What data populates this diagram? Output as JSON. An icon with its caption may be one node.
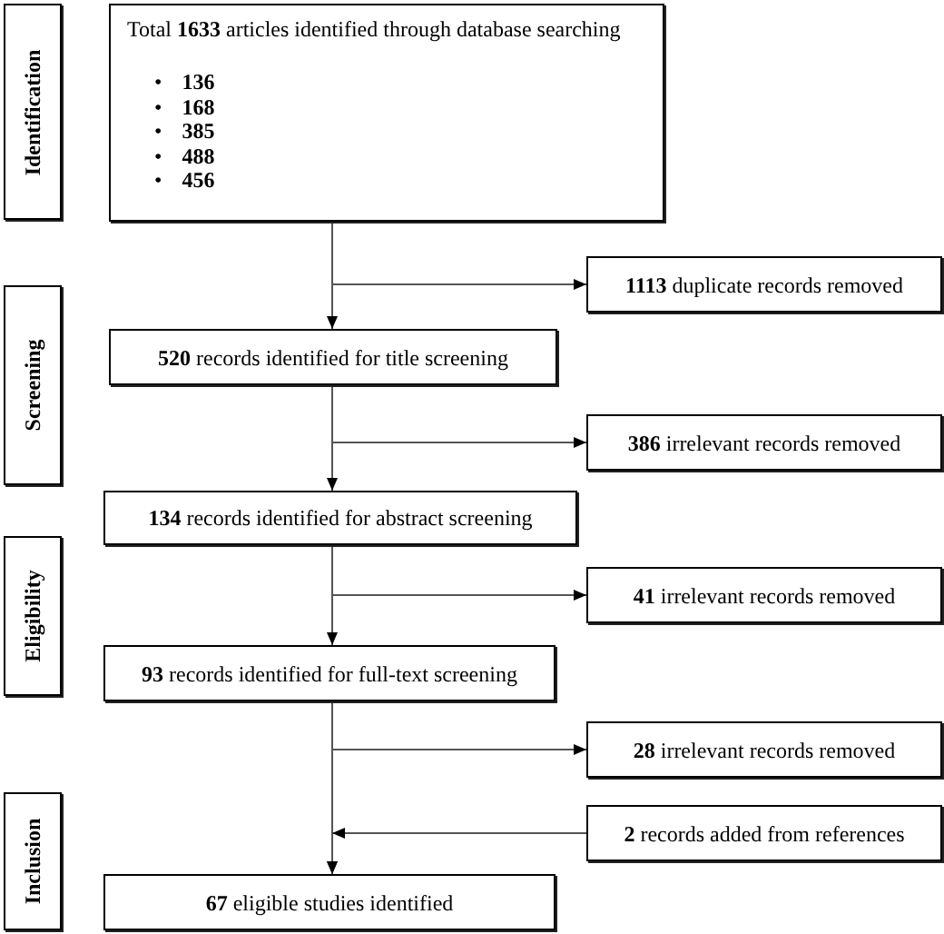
{
  "diagram": {
    "nodes": [
      {
        "text": [
          "Identification"
        ]
      },
      {
        "text": [
          "Total **1633** articles identified through database searching",
          "• **136**",
          "• **168**",
          "• **385**",
          "• **488**",
          "• **456**"
        ]
      },
      {
        "text": [
          "**1113** duplicate records removed"
        ]
      },
      {
        "text": [
          "Screening"
        ]
      },
      {
        "text": [
          "**520** records identified for title screening"
        ]
      },
      {
        "text": [
          "**386** irrelevant records removed"
        ]
      },
      {
        "text": [
          "**134** records identified for abstract screening"
        ]
      },
      {
        "text": [
          "Eligibility"
        ]
      },
      {
        "text": [
          "**41** irrelevant records removed"
        ]
      },
      {
        "text": [
          "**93** records identified for full-text screening"
        ]
      },
      {
        "text": [
          "**28** irrelevant records removed"
        ]
      },
      {
        "text": [
          "Inclusion"
        ]
      },
      {
        "text": [
          "**2** records added from references"
        ]
      },
      {
        "text": [
          "**67** eligible studies identified"
        ]
      }
    ],
    "edges": [
      {
        "from": 1,
        "to": 2,
        "arrow": "to"
      },
      {
        "from": 1,
        "to": 4,
        "arrow": "to"
      },
      {
        "from": 4,
        "to": 5,
        "arrow": "to"
      },
      {
        "from": 4,
        "to": 6,
        "arrow": "to"
      },
      {
        "from": 6,
        "to": 8,
        "arrow": "to"
      },
      {
        "from": 6,
        "to": 9,
        "arrow": "to"
      },
      {
        "from": 9,
        "to": 10,
        "arrow": "to"
      },
      {
        "from": 9,
        "to": 13,
        "arrow": "to"
      },
      {
        "from": 12,
        "to": 13,
        "arrow": "to"
      }
    ]
  }
}
